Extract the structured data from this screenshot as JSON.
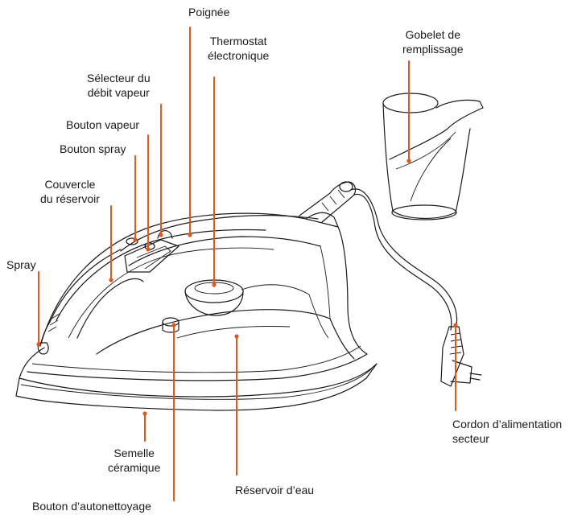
{
  "diagram": {
    "accent_color": "#e0581e",
    "line_color": "#1a1a1a",
    "labels": {
      "poignee": "Poignée",
      "thermostat": "Thermostat\nélectronique",
      "gobelet": "Gobelet de\nremplissage",
      "selecteur": "Sélecteur du\ndébit vapeur",
      "bouton_vapeur": "Bouton vapeur",
      "bouton_spray": "Bouton spray",
      "couvercle": "Couvercle\ndu réservoir",
      "spray": "Spray",
      "cordon": "Cordon d’alimentation\nsecteur",
      "semelle": "Semelle\ncéramique",
      "reservoir": "Réservoir d’eau",
      "autonettoyage": "Bouton d’autonettoyage"
    }
  }
}
